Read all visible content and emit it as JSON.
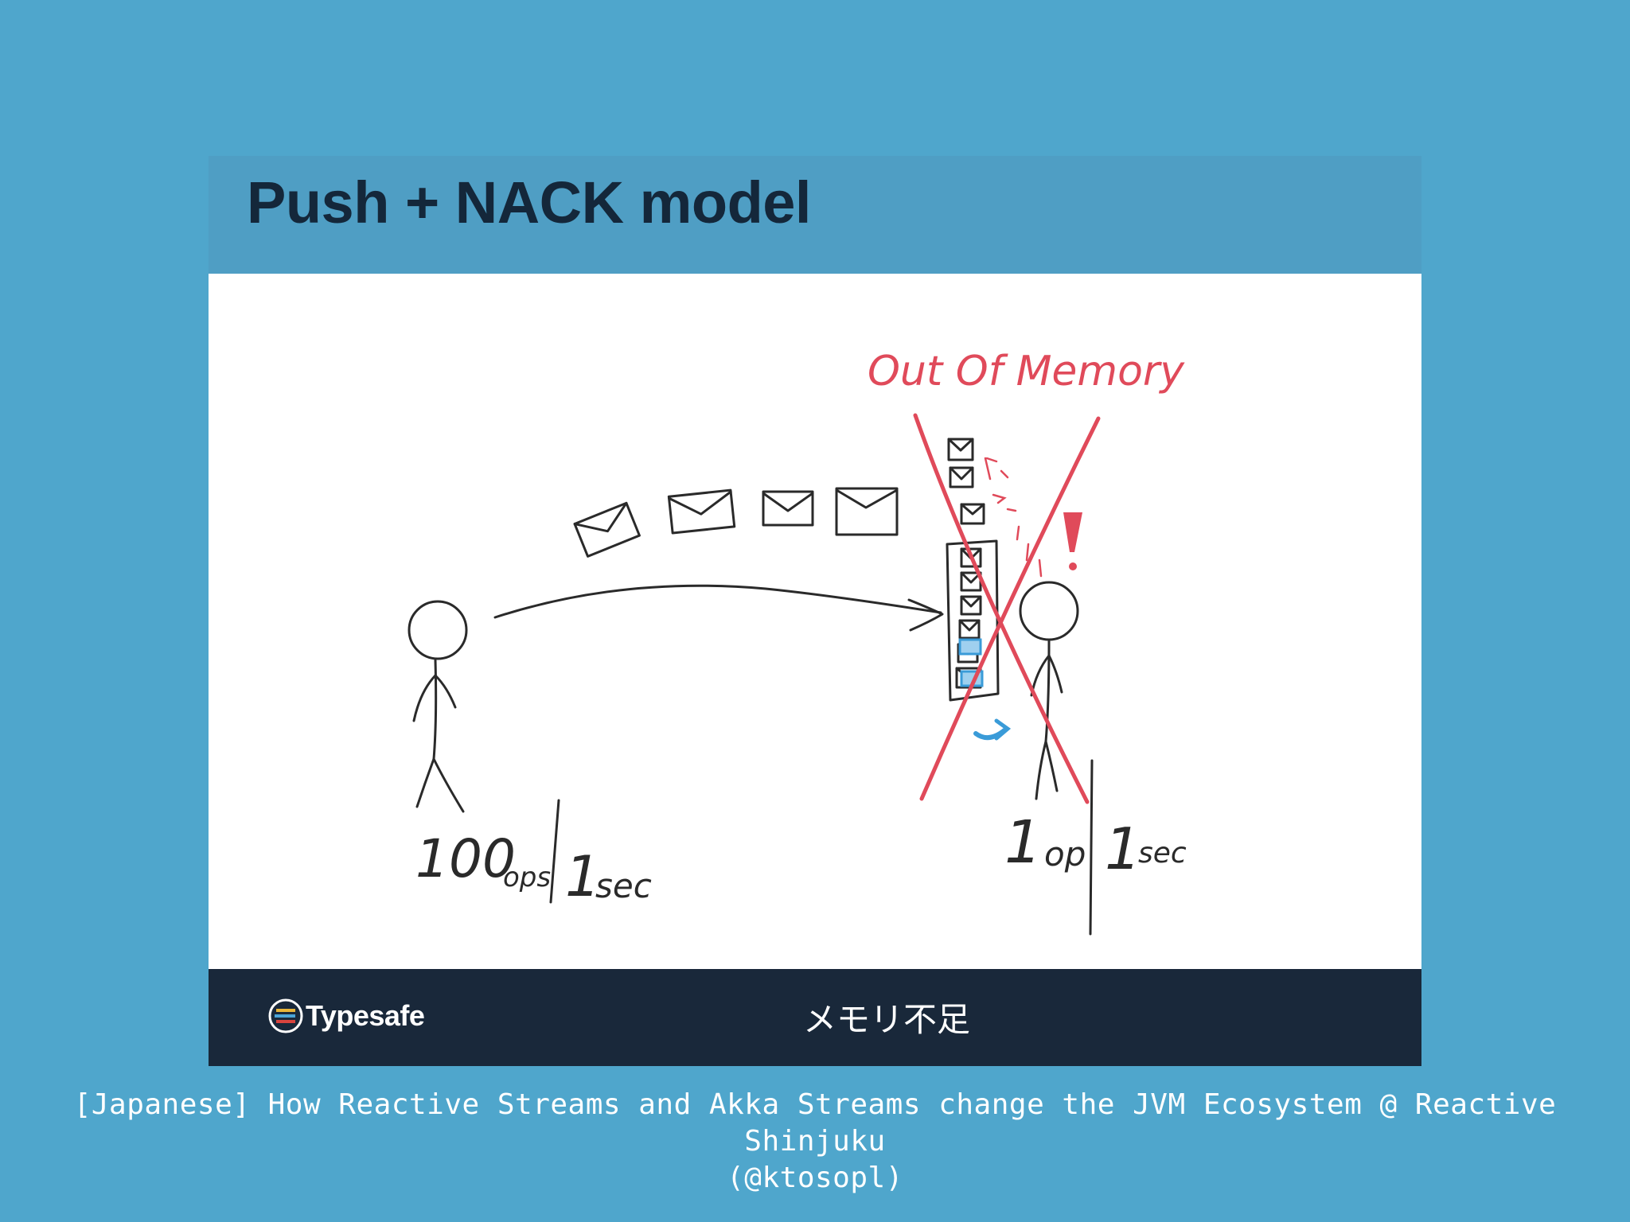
{
  "slide": {
    "title": "Push + NACK model",
    "drawing": {
      "oom_label": "Out Of Memory",
      "left_rate": {
        "count": "100",
        "unit": "ops",
        "sep": "/",
        "per": "1",
        "time": "sec"
      },
      "right_rate": {
        "count": "1",
        "unit": "op",
        "sep": "/",
        "per": "1",
        "time": "sec"
      },
      "exclamation": "!",
      "ink_color": "#2a2a2a",
      "error_color": "#e04a5a",
      "accent_color": "#3a9bd8"
    },
    "footer": {
      "logo_text": "Typesafe",
      "subtitle": "メモリ不足"
    }
  },
  "caption": {
    "line1": "[Japanese] How Reactive Streams and Akka Streams change the JVM Ecosystem @ Reactive Shinjuku",
    "line2": "(@ktosopl)"
  }
}
